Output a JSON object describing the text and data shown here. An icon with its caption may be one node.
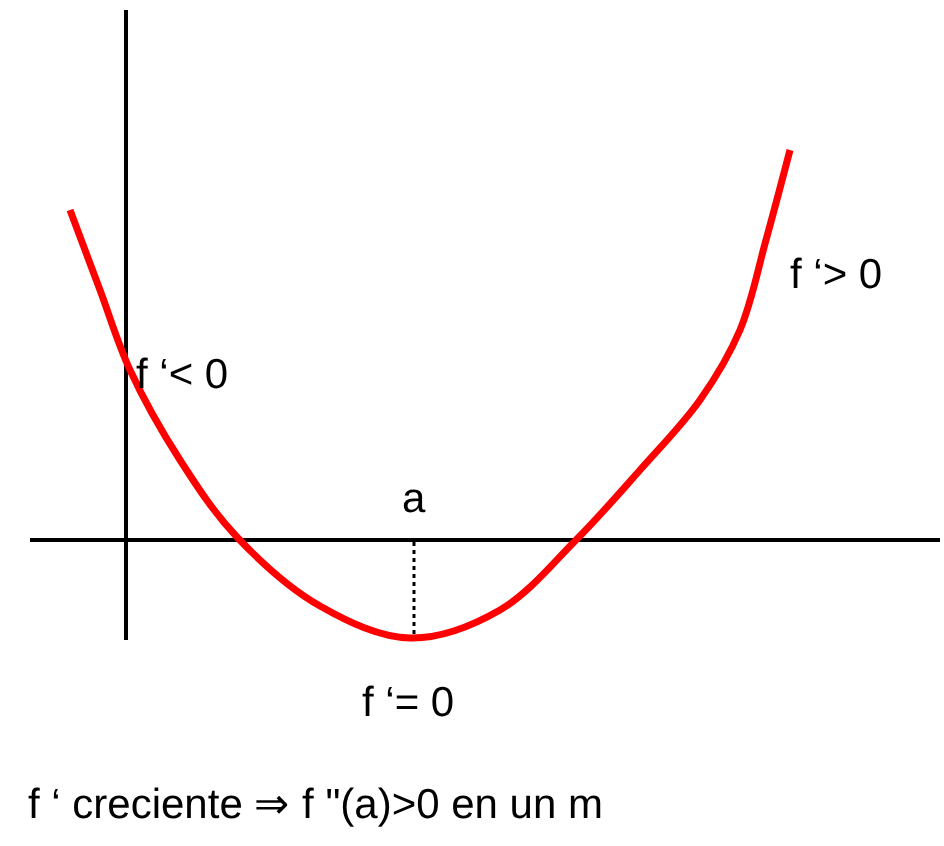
{
  "diagram": {
    "labels": [
      "f ‘< 0",
      "f ‘> 0",
      "a",
      "f ‘= 0",
      "f ‘ creciente ⇒ f \"(a)>0 en un m"
    ]
  }
}
